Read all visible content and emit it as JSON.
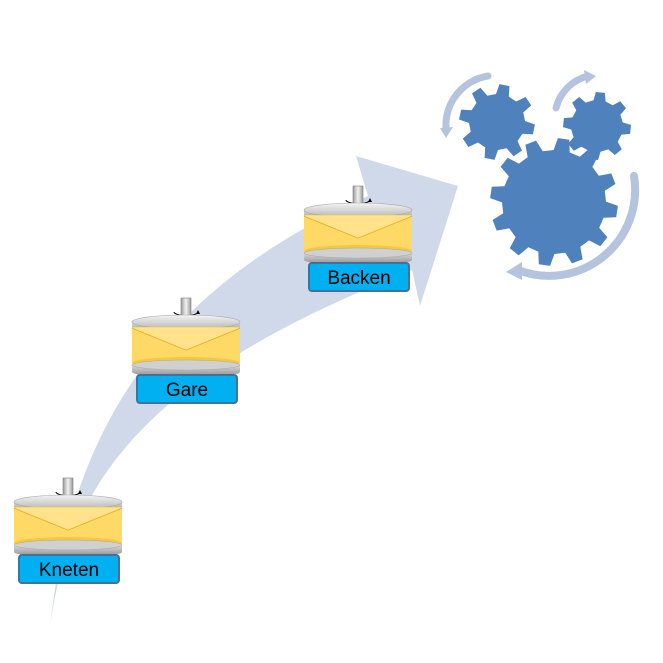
{
  "steps": [
    {
      "label": "Kneten"
    },
    {
      "label": "Gare"
    },
    {
      "label": "Backen"
    }
  ],
  "icons": {
    "step_icon": "press-machine-icon",
    "process_icon": "gears-icon",
    "arrow_icon": "curved-arrow-icon"
  },
  "colors": {
    "arrow": "#d0d9ea",
    "gear": "#4f81bd",
    "cycle_arrow": "#b4c3de",
    "label_fill": "#00b0f0",
    "label_border": "#41719c",
    "dough": "#ffd966",
    "metal": "#bfbfbf"
  }
}
